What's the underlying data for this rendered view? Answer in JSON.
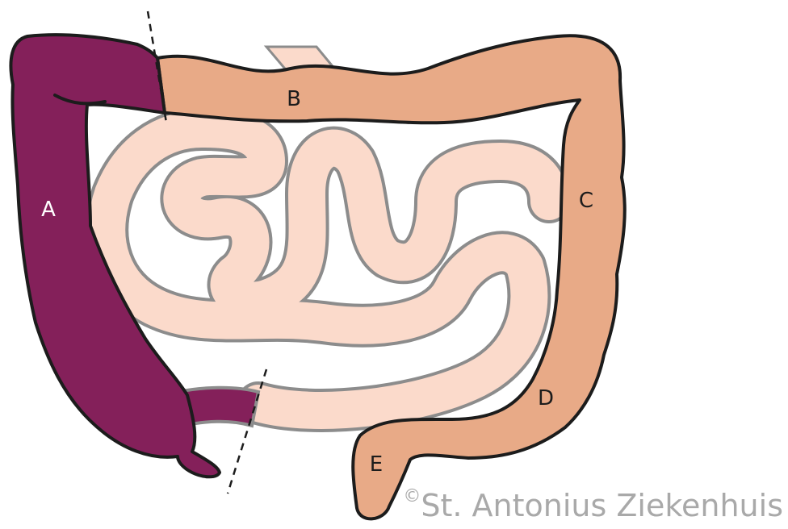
{
  "diagram": {
    "labels": {
      "a": "A",
      "b": "B",
      "c": "C",
      "d": "D",
      "e": "E"
    },
    "copyright_symbol": "©",
    "copyright": "St. Antonius Ziekenhuis",
    "colors": {
      "resected_colon": "#84205a",
      "remaining_colon": "#e8aa87",
      "small_intestine": "#fbdacb",
      "small_intestine_outline": "#8c8c8c",
      "outline": "#1c1c1c",
      "copyright_text": "#a9a9a9"
    }
  }
}
